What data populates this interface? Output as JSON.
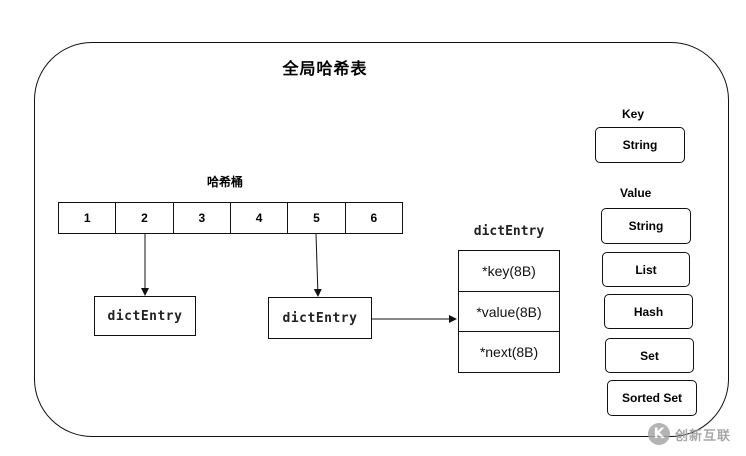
{
  "title": "全局哈希表",
  "bucket_label": "哈希桶",
  "buckets": [
    "1",
    "2",
    "3",
    "4",
    "5",
    "6"
  ],
  "dict_entry_label": "dictEntry",
  "entry_box_1": "dictEntry",
  "entry_box_2": "dictEntry",
  "entry_fields": [
    "*key(8B)",
    "*value(8B)",
    "*next(8B)"
  ],
  "key_label": "Key",
  "key_type": "String",
  "value_label": "Value",
  "value_types": [
    "String",
    "List",
    "Hash",
    "Set",
    "Sorted Set"
  ],
  "watermark": {
    "logo_glyph": "K",
    "text": "创新互联"
  },
  "colors": {
    "line": "#111111",
    "watermark": "#9a9a9a"
  }
}
